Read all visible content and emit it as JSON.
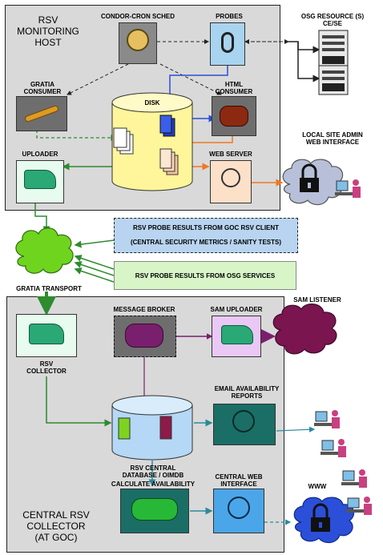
{
  "panels": {
    "monitoring_host": "RSV\nMONITORING\nHOST",
    "central_collector": "CENTRAL RSV\nCOLLECTOR\n(AT GOC)"
  },
  "nodes": {
    "condor_cron": "CONDOR-CRON SCHED",
    "probes": "PROBES",
    "osg_resource": "OSG RESOURCE (S)\nCE/SE",
    "gratia_consumer": "GRATIA\nCONSUMER",
    "disk": "DISK",
    "html_consumer": "HTML\nCONSUMER",
    "uploader": "UPLOADER",
    "web_server": "WEB SERVER",
    "local_admin": "LOCAL SITE ADMIN\nWEB INTERFACE",
    "gratia_transport": "GRATIA TRANSPORT",
    "rsv_collector": "RSV\nCOLLECTOR",
    "message_broker": "MESSAGE BROKER",
    "sam_uploader": "SAM UPLOADER",
    "sam_listener": "SAM LISTENER",
    "email_reports": "EMAIL AVAILABILITY\nREPORTS",
    "rsv_central_db": "RSV CENTRAL\nDATABASE / OIMDB",
    "calculate_availability": "CALCULATE AVAILABILITY",
    "central_web": "CENTRAL WEB\nINTERFACE",
    "www": "WWW"
  },
  "notes": {
    "goc_line1": "RSV PROBE RESULTS FROM GOC RSV CLIENT",
    "goc_line2": "(CENTRAL SECURITY METRICS / SANITY TESTS)",
    "osg_services": "RSV PROBE RESULTS FROM OSG SERVICES"
  },
  "colors": {
    "panel_bg": "#d9d9d9",
    "green_line": "#2e8b2e",
    "blue_line": "#2a4fd6",
    "orange_line": "#f07820",
    "purple_line": "#7a1f6e",
    "teal_line": "#2a8a9a",
    "cloud_green": "#6fd41e",
    "cloud_purple": "#7a1550",
    "cloud_blue": "#2b4fd8",
    "note_blue": "#b8d4f0",
    "note_green": "#d8f5c8"
  },
  "icons": {
    "condor_cron": "compass-icon",
    "probes": "stethoscope-icon",
    "gratia_consumer": "wrench-icon",
    "html_consumer": "logs-icon",
    "uploader": "car-icon",
    "web_server": "globe-page-icon",
    "server_rack": "server-icon",
    "lock": "lock-icon",
    "user": "user-at-computer-icon"
  }
}
